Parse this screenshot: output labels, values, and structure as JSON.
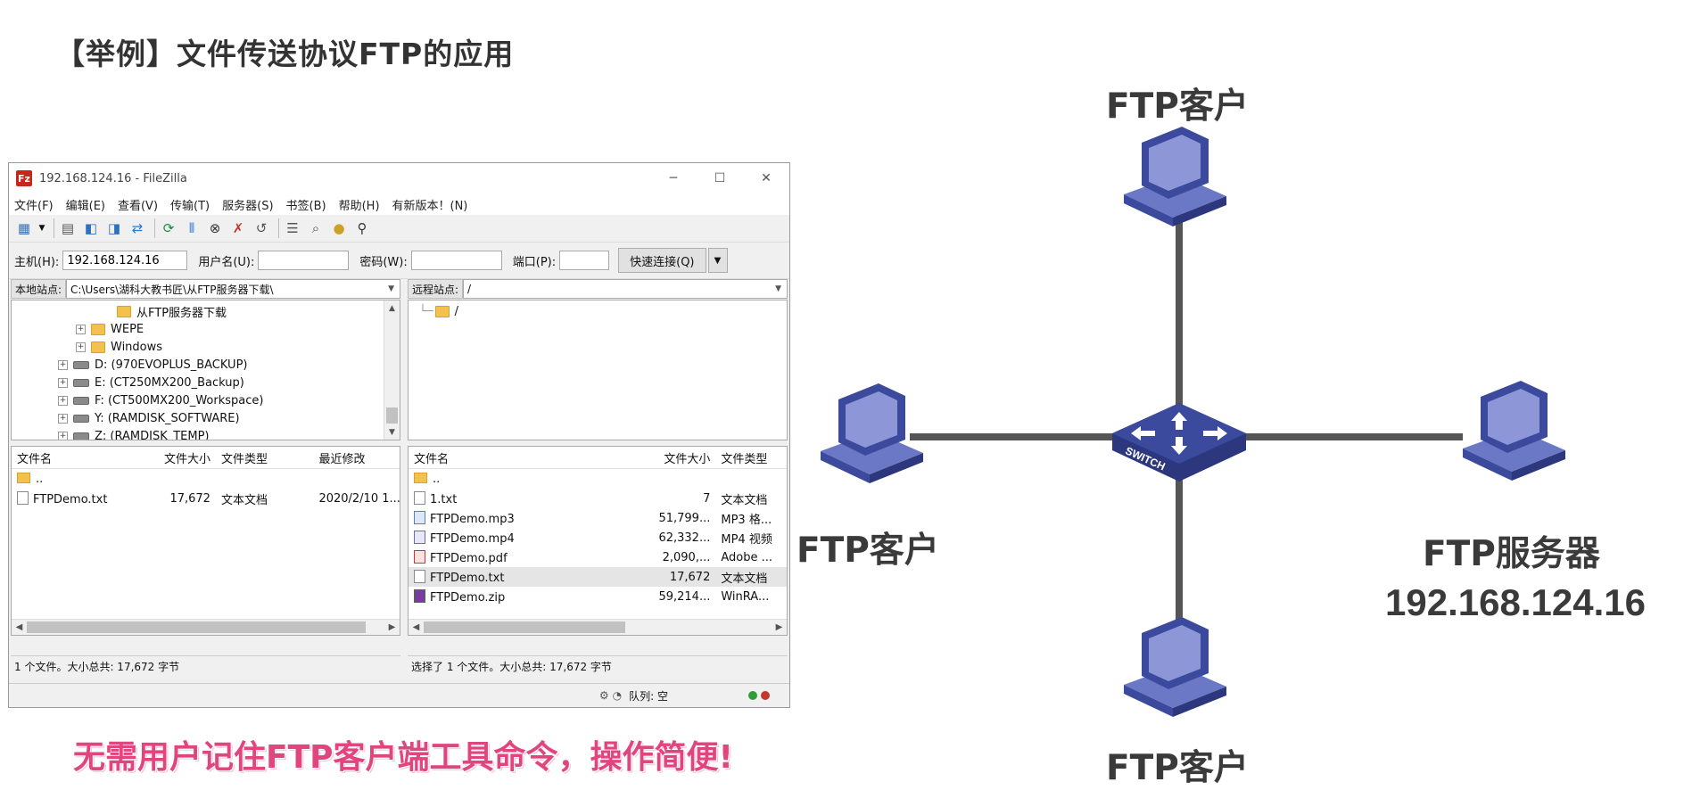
{
  "slide": {
    "title": "【举例】文件传送协议FTP的应用",
    "tagline": "无需用户记住FTP客户端工具命令，操作简便!"
  },
  "window": {
    "title": "192.168.124.16 - FileZilla",
    "menu": [
      "文件(F)",
      "编辑(E)",
      "查看(V)",
      "传输(T)",
      "服务器(S)",
      "书签(B)",
      "帮助(H)",
      "有新版本！(N)"
    ]
  },
  "quickconnect": {
    "host_label": "主机(H):",
    "host_value": "192.168.124.16",
    "user_label": "用户名(U):",
    "user_value": "",
    "pass_label": "密码(W):",
    "pass_value": "",
    "port_label": "端口(P):",
    "port_value": "",
    "button": "快速连接(Q)"
  },
  "local": {
    "site_label": "本地站点:",
    "site_path": "C:\\Users\\湖科大教书匠\\从FTP服务器下载\\",
    "tree": [
      {
        "label": "从FTP服务器下载",
        "kind": "folder",
        "depth": 3
      },
      {
        "label": "WEPE",
        "kind": "folder",
        "depth": 2
      },
      {
        "label": "Windows",
        "kind": "folder",
        "depth": 2
      },
      {
        "label": "D: (970EVOPLUS_BACKUP)",
        "kind": "drive",
        "depth": 1
      },
      {
        "label": "E: (CT250MX200_Backup)",
        "kind": "drive",
        "depth": 1
      },
      {
        "label": "F: (CT500MX200_Workspace)",
        "kind": "drive",
        "depth": 1
      },
      {
        "label": "Y: (RAMDISK_SOFTWARE)",
        "kind": "drive",
        "depth": 1
      },
      {
        "label": "Z: (RAMDISK_TEMP)",
        "kind": "drive",
        "depth": 1
      }
    ],
    "columns": [
      "文件名",
      "文件大小",
      "文件类型",
      "最近修改"
    ],
    "files": [
      {
        "name": "..",
        "size": "",
        "type": "",
        "modified": "",
        "icon": "folder"
      },
      {
        "name": "FTPDemo.txt",
        "size": "17,672",
        "type": "文本文档",
        "modified": "2020/2/10 1...",
        "icon": "txt"
      }
    ],
    "status": "1 个文件。大小总共: 17,672 字节"
  },
  "remote": {
    "site_label": "远程站点:",
    "site_path": "/",
    "tree_root": "/",
    "columns": [
      "文件名",
      "文件大小",
      "文件类型"
    ],
    "files": [
      {
        "name": "..",
        "size": "",
        "type": "",
        "icon": "folder"
      },
      {
        "name": "1.txt",
        "size": "7",
        "type": "文本文档",
        "icon": "txt"
      },
      {
        "name": "FTPDemo.mp3",
        "size": "51,799...",
        "type": "MP3 格...",
        "icon": "mp3"
      },
      {
        "name": "FTPDemo.mp4",
        "size": "62,332...",
        "type": "MP4 视频",
        "icon": "mp4"
      },
      {
        "name": "FTPDemo.pdf",
        "size": "2,090,...",
        "type": "Adobe ...",
        "icon": "pdf"
      },
      {
        "name": "FTPDemo.txt",
        "size": "17,672",
        "type": "文本文档",
        "icon": "txt",
        "selected": true
      },
      {
        "name": "FTPDemo.zip",
        "size": "59,214...",
        "type": "WinRA...",
        "icon": "zip"
      }
    ],
    "status": "选择了 1 个文件。大小总共: 17,672 字节"
  },
  "queue_label": "队列: 空",
  "diagram": {
    "client_label": "FTP客户",
    "server_label": "FTP服务器",
    "server_ip": "192.168.124.16",
    "switch_text": "SWITCH",
    "colors": {
      "device": "#3c4a9e",
      "device_light": "#6b78c6",
      "link": "#555555"
    }
  }
}
